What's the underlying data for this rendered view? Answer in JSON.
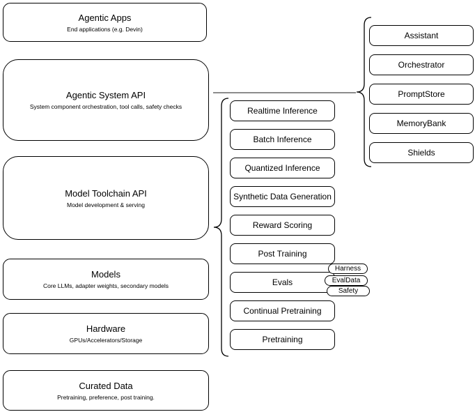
{
  "diagram": {
    "stack": [
      {
        "title": "Agentic Apps",
        "subtitle": "End applications (e.g. Devin)"
      },
      {
        "title": "Agentic System API",
        "subtitle": "System component orchestration, tool calls, safety checks"
      },
      {
        "title": "Model Toolchain API",
        "subtitle": "Model development & serving"
      },
      {
        "title": "Models",
        "subtitle": "Core LLMs, adapter weights, secondary models"
      },
      {
        "title": "Hardware",
        "subtitle": "GPUs/Accelerators/Storage"
      },
      {
        "title": "Curated Data",
        "subtitle": "Pretraining, preference, post training."
      }
    ],
    "toolchain_items": [
      "Realtime Inference",
      "Batch Inference",
      "Quantized Inference",
      "Synthetic Data Generation",
      "Reward Scoring",
      "Post Training",
      "Evals",
      "Continual Pretraining",
      "Pretraining"
    ],
    "eval_tags": [
      "Harness",
      "EvalData",
      "Safety"
    ],
    "system_components": [
      "Assistant",
      "Orchestrator",
      "PromptStore",
      "MemoryBank",
      "Shields"
    ],
    "colors": {
      "stroke": "#000000",
      "connector": "#666666",
      "fill": "#ffffff",
      "background": "#ffffff"
    }
  }
}
